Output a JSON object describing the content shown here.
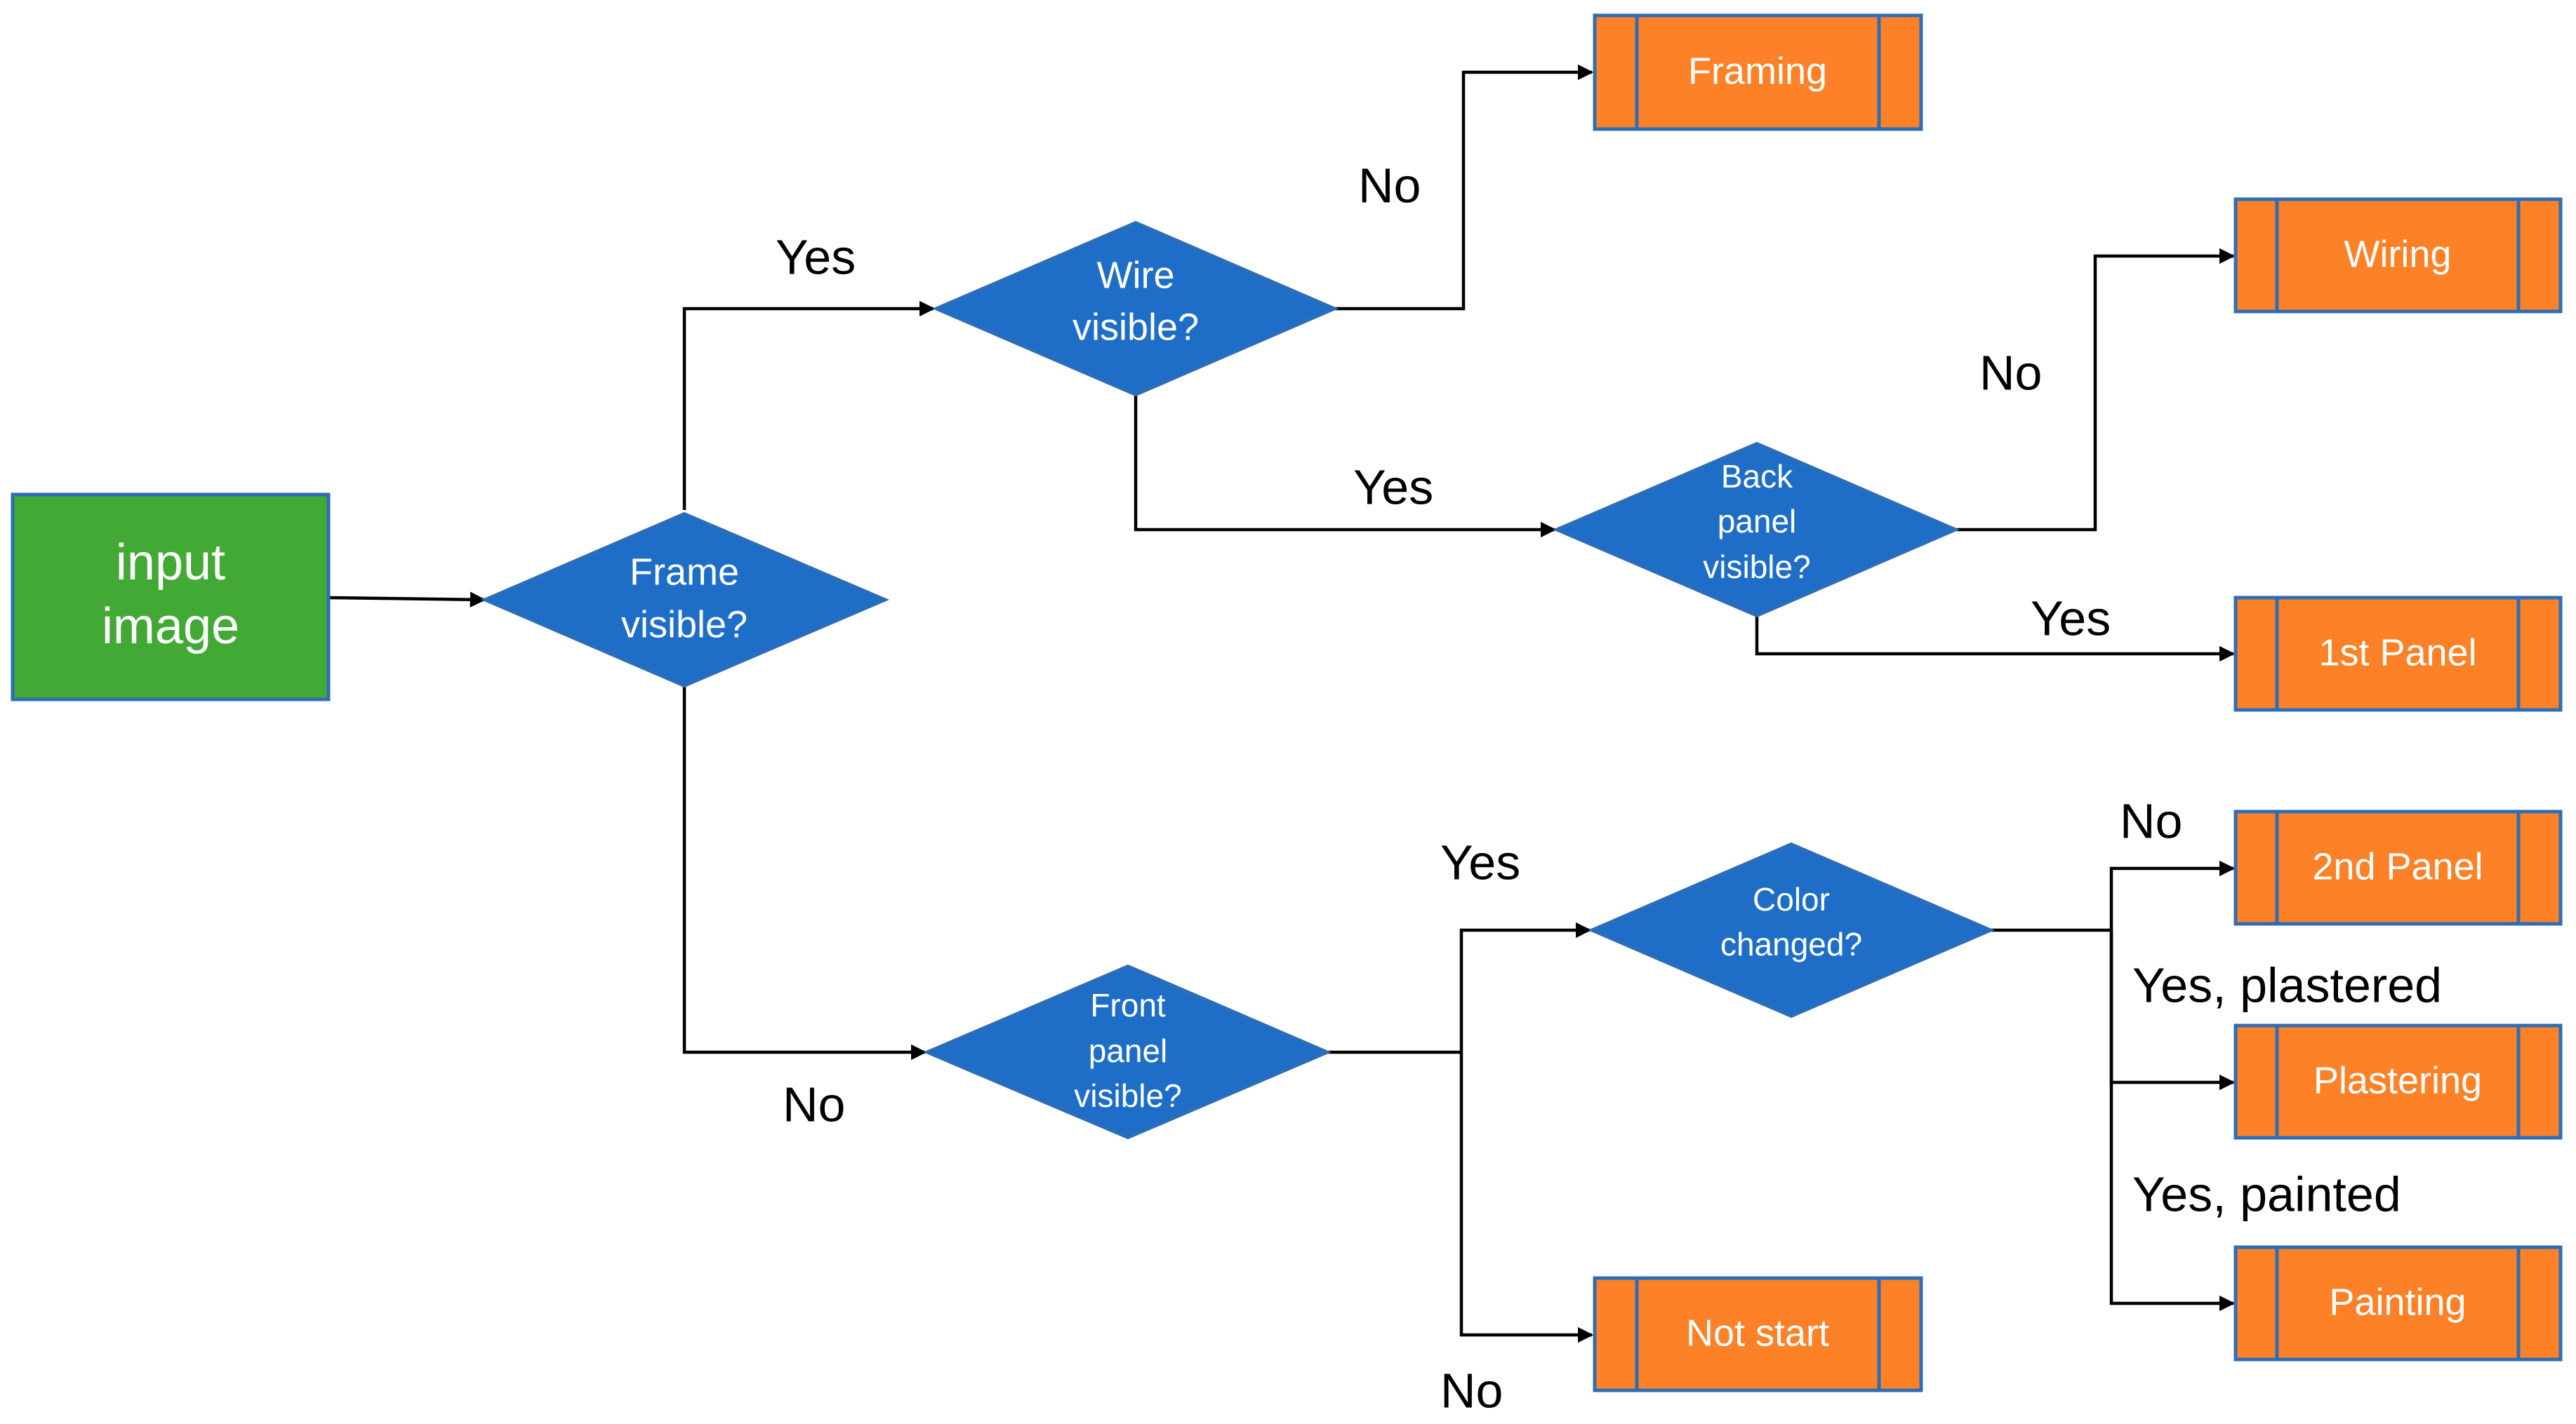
{
  "colors": {
    "start_fill": "#43A935",
    "start_stroke": "#2E6DB5",
    "decision_fill": "#1E6EC8",
    "decision_stroke": "#2E6DB5",
    "outcome_fill": "#FD8127",
    "outcome_stroke": "#2E6DB5",
    "line": "#000000"
  },
  "start": {
    "line1": "input",
    "line2": "image"
  },
  "decisions": {
    "frame": {
      "line1": "Frame",
      "line2": "visible?"
    },
    "wire": {
      "line1": "Wire",
      "line2": "visible?"
    },
    "back_panel": {
      "line1": "Back",
      "line2": "panel",
      "line3": "visible?"
    },
    "front_panel": {
      "line1": "Front",
      "line2": "panel",
      "line3": "visible?"
    },
    "color": {
      "line1": "Color",
      "line2": "changed?"
    }
  },
  "outcomes": {
    "framing": "Framing",
    "wiring": "Wiring",
    "first_panel": "1st Panel",
    "second_panel": "2nd Panel",
    "plastering": "Plastering",
    "painting": "Painting",
    "not_start": "Not start"
  },
  "edge_labels": {
    "frame_yes": "Yes",
    "frame_no": "No",
    "wire_no": "No",
    "wire_yes": "Yes",
    "back_no": "No",
    "back_yes": "Yes",
    "front_yes": "Yes",
    "front_no": "No",
    "color_no": "No",
    "color_plastered": "Yes, plastered",
    "color_painted": "Yes, painted"
  }
}
